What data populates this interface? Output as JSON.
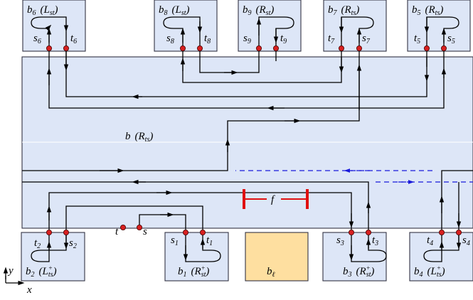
{
  "blocks": {
    "b6": {
      "name": "b",
      "num": "6",
      "type": "L",
      "tsub": "st",
      "tsup": ""
    },
    "b8": {
      "name": "b",
      "num": "8",
      "type": "L",
      "tsub": "st",
      "tsup": ""
    },
    "b9": {
      "name": "b",
      "num": "9",
      "type": "R",
      "tsub": "st",
      "tsup": ""
    },
    "b7": {
      "name": "b",
      "num": "7",
      "type": "R",
      "tsub": "ts",
      "tsup": ""
    },
    "b5": {
      "name": "b",
      "num": "5",
      "type": "R",
      "tsub": "ts",
      "tsup": ""
    },
    "b2": {
      "name": "b",
      "num": "2",
      "type": "L",
      "tsub": "ts",
      "tsup": "+"
    },
    "b1": {
      "name": "b",
      "num": "1",
      "type": "R",
      "tsub": "st",
      "tsup": "+"
    },
    "b3": {
      "name": "b",
      "num": "3",
      "type": "R",
      "tsub": "st",
      "tsup": "+"
    },
    "b4": {
      "name": "b",
      "num": "4",
      "type": "L",
      "tsub": "ts",
      "tsup": "+"
    }
  },
  "pins": {
    "s6": {
      "l": "s",
      "n": "6"
    },
    "t6": {
      "l": "t",
      "n": "6"
    },
    "s8": {
      "l": "s",
      "n": "8"
    },
    "t8": {
      "l": "t",
      "n": "8"
    },
    "s9": {
      "l": "s",
      "n": "9"
    },
    "t9": {
      "l": "t",
      "n": "9"
    },
    "t7": {
      "l": "t",
      "n": "7"
    },
    "s7": {
      "l": "s",
      "n": "7"
    },
    "t5": {
      "l": "t",
      "n": "5"
    },
    "s5": {
      "l": "s",
      "n": "5"
    },
    "t2": {
      "l": "t",
      "n": "2"
    },
    "s2": {
      "l": "s",
      "n": "2"
    },
    "s1": {
      "l": "s",
      "n": "1"
    },
    "t1": {
      "l": "t",
      "n": "1"
    },
    "s3": {
      "l": "s",
      "n": "3"
    },
    "t3": {
      "l": "t",
      "n": "3"
    },
    "t4": {
      "l": "t",
      "n": "4"
    },
    "s4": {
      "l": "s",
      "n": "4"
    }
  },
  "free": {
    "t": "t",
    "s": "s"
  },
  "main": {
    "name": "b",
    "type": "R",
    "tsub": "ts"
  },
  "obstacle": {
    "name": "b",
    "sub": "ℓ"
  },
  "f_label": "f",
  "axes": {
    "x": "x",
    "y": "y"
  }
}
